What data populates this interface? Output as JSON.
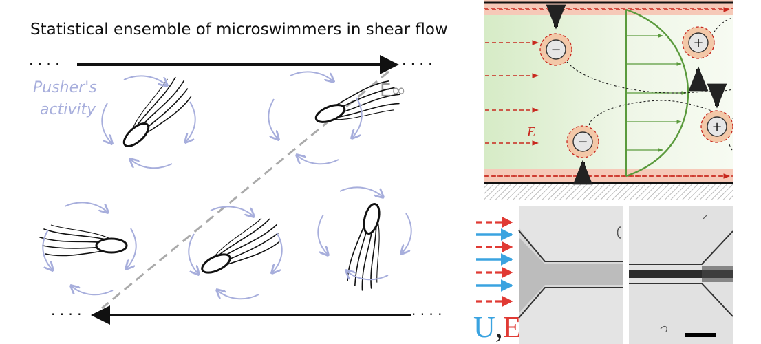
{
  "left_panel": {
    "title": "Statistical ensemble of microswimmers in shear flow",
    "pusher_label_line1": "Pusher's",
    "pusher_label_line2": "activity",
    "field_label": "E∞",
    "dots": "· · · ·"
  },
  "top_right_panel": {
    "field_label": "E",
    "particles": [
      {
        "sign": "−"
      },
      {
        "sign": "+"
      },
      {
        "sign": "+"
      },
      {
        "sign": "−"
      }
    ]
  },
  "bottom_right_panel": {
    "label_u": "U",
    "label_comma": ",",
    "label_e": "E"
  },
  "colors": {
    "pusher_blue": "#a7aedc",
    "flow_green": "#5a9a3c",
    "field_red": "#c8281e",
    "u_blue": "#3aa3e0",
    "e_red": "#e03a34",
    "particle_fill": "#f3c8a8"
  }
}
